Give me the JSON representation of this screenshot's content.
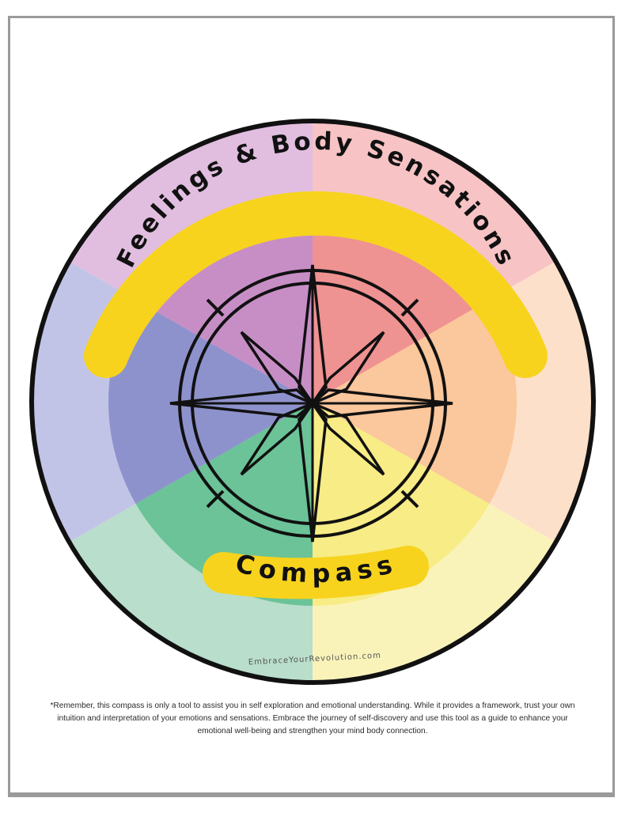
{
  "title_top": "Feelings & Body Sensations",
  "title_bottom": "Compass",
  "website": "EmbraceYourRevolution.com",
  "disclaimer": "*Remember, this compass is only a tool to assist you in self exploration and emotional understanding. While it provides a framework, trust your own intuition and interpretation of your emotions and sensations. Embrace the journey of self-discovery and use this tool as a guide to enhance your emotional well-being and strengthen your mind body connection.",
  "colors": {
    "ring_outline": "#111111",
    "banner_yellow": "#f7d31e",
    "segments": [
      {
        "outer": "#f7c3c4",
        "inner": "#ef9292"
      },
      {
        "outer": "#fde0c9",
        "inner": "#fbc79c"
      },
      {
        "outer": "#faf3b9",
        "inner": "#f7ec86"
      },
      {
        "outer": "#b9decb",
        "inner": "#6bc397"
      },
      {
        "outer": "#c2c4e7",
        "inner": "#8e92cc"
      },
      {
        "outer": "#e1bedf",
        "inner": "#c78ec6"
      }
    ]
  },
  "icons": {
    "compass_rose": "compass-rose-icon"
  }
}
